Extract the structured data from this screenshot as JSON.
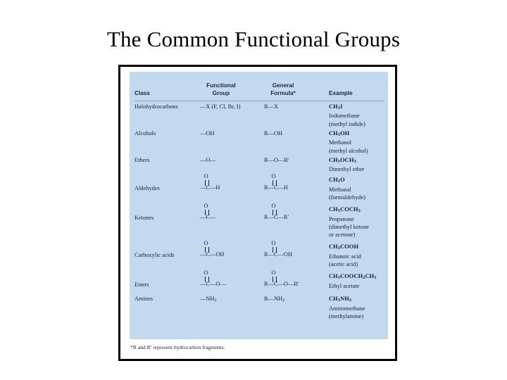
{
  "slide": {
    "title": "The Common Functional Groups"
  },
  "table": {
    "headers": {
      "class": "Class",
      "functional_group_line1": "Functional",
      "functional_group_line2": "Group",
      "general_formula_line1": "General",
      "general_formula_line2": "Formula*",
      "example": "Example"
    },
    "rows": [
      {
        "class": "Halohydrocarbons",
        "functional_group": "—X (F, Cl, Br, I)",
        "general_formula": "R—X",
        "example_formula": "CH3I",
        "example_name": "Iodomethane",
        "example_alt": "(methyl iodide)"
      },
      {
        "class": "Alcohols",
        "functional_group": "—OH",
        "general_formula": "R—OH",
        "example_formula": "CH3OH",
        "example_name": "Methanol",
        "example_alt": "(methyl alcohol)"
      },
      {
        "class": "Ethers",
        "functional_group": "—O—",
        "general_formula": "R—O—R′",
        "example_formula": "CH3OCH3",
        "example_name": "Dimethyl ether",
        "example_alt": ""
      },
      {
        "class": "Aldehydes",
        "functional_group": "—C—H",
        "functional_group_carbonyl": true,
        "general_formula": "R—C—H",
        "general_formula_carbonyl": true,
        "carbonyl_o": "O",
        "example_formula": "CH2O",
        "example_name": "Methanal",
        "example_alt": "(formaldehyde)"
      },
      {
        "class": "Ketones",
        "functional_group": "—C—",
        "functional_group_carbonyl": true,
        "general_formula": "R—C—R′",
        "general_formula_carbonyl": true,
        "carbonyl_o": "O",
        "example_formula": "CH3COCH3",
        "example_name": "Propanone",
        "example_alt": "(dimethyl ketone",
        "example_alt2": "or acetone)"
      },
      {
        "class": "Carboxylic acids",
        "functional_group": "—C—OH",
        "functional_group_carbonyl": true,
        "general_formula": "R—C—OH",
        "general_formula_carbonyl": true,
        "carbonyl_o": "O",
        "example_formula": "CH3COOH",
        "example_name": "Ethanoic acid",
        "example_alt": "(acetic acid)"
      },
      {
        "class": "Esters",
        "functional_group": "—C—O—",
        "functional_group_carbonyl": true,
        "general_formula": "R—C—O—R′",
        "general_formula_carbonyl": true,
        "carbonyl_o": "O",
        "example_formula": "CH3COOCH2CH3",
        "example_name": "Ethyl acetate",
        "example_alt": ""
      },
      {
        "class": "Amines",
        "functional_group": "—NH2",
        "general_formula": "R—NH2",
        "example_formula": "CH3NH2",
        "example_name": "Aminomethane",
        "example_alt": "(methylamine)"
      }
    ],
    "footnote": "*R and R′ represent hydrocarbon fragments."
  },
  "colors": {
    "panel_background": "#c2d9f0",
    "frame_border": "#000000",
    "text": "#13212e",
    "header_text": "#1b2a38",
    "rule": "#8fa9c0",
    "slide_background": "#ffffff"
  }
}
